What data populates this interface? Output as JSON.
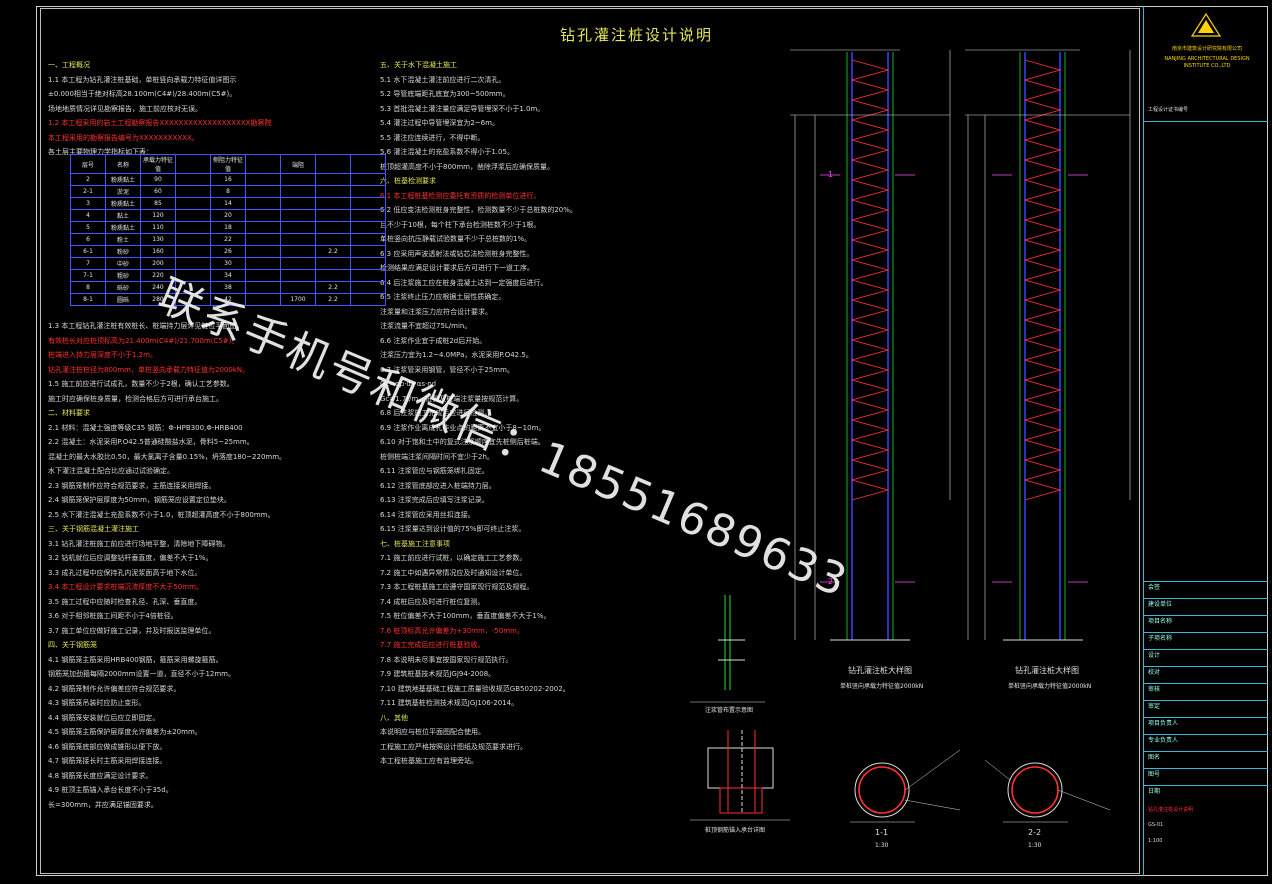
{
  "drawing": {
    "title": "钻孔灌注桩设计说明",
    "watermark": "联系手机号和微信：18551689633"
  },
  "notes": {
    "left": [
      {
        "t": "一、工程概况",
        "c": "hdr"
      },
      {
        "t": "1.1 本工程为钻孔灌注桩基础，单桩竖向承载力特征值详图示",
        "c": ""
      },
      {
        "t": "±0.000相当于绝对标高28.100m(C4#)/28.400m(C5#)。",
        "c": ""
      },
      {
        "t": "场地地质情况详见勘察报告，施工前应核对无误。",
        "c": ""
      },
      {
        "t": "1.2 本工程采用的岩土工程勘察报告XXXXXXXXXXXXXXXXXXX勘察院",
        "c": "red"
      },
      {
        "t": "本工程采用的勘察报告编号为XXXXXXXXXXX。",
        "c": "red"
      },
      {
        "t": "各土层主要物理力学指标如下表：",
        "c": ""
      },
      {
        "t": "",
        "c": ""
      },
      {
        "t": "",
        "c": ""
      },
      {
        "t": "",
        "c": ""
      },
      {
        "t": "",
        "c": ""
      },
      {
        "t": "",
        "c": ""
      },
      {
        "t": "",
        "c": ""
      },
      {
        "t": "",
        "c": ""
      },
      {
        "t": "",
        "c": ""
      },
      {
        "t": "",
        "c": ""
      },
      {
        "t": "",
        "c": ""
      },
      {
        "t": "",
        "c": ""
      },
      {
        "t": "1.3 本工程钻孔灌注桩有效桩长、桩端持力层详见桩位平面图。",
        "c": ""
      },
      {
        "t": "有效桩长对应桩顶标高为21.400m(C4#)/21.700m(C5#)。",
        "c": "red"
      },
      {
        "t": "桩端进入持力层深度不小于1.2m。",
        "c": "red"
      },
      {
        "t": "钻孔灌注桩桩径为800mm，单桩竖向承载力特征值为2000kN。",
        "c": "red"
      },
      {
        "t": "1.5 施工前应进行试成孔，数量不少于2根，确认工艺参数。",
        "c": ""
      },
      {
        "t": "施工时应确保桩身质量，检测合格后方可进行承台施工。",
        "c": ""
      },
      {
        "t": "二、材料要求",
        "c": "hdr"
      },
      {
        "t": "2.1 材料：混凝土强度等级C35  钢筋：Φ-HPB300,Φ-HRB400",
        "c": ""
      },
      {
        "t": "2.2 混凝土：水泥采用P.O42.5普通硅酸盐水泥，骨料5~25mm。",
        "c": ""
      },
      {
        "t": "混凝土的最大水胶比0.50，最大氯离子含量0.15%，坍落度180~220mm。",
        "c": ""
      },
      {
        "t": "水下灌注混凝土配合比应通过试验确定。",
        "c": ""
      },
      {
        "t": "2.3 钢筋笼制作应符合规范要求，主筋连接采用焊接。",
        "c": ""
      },
      {
        "t": "2.4 钢筋笼保护层厚度为50mm，钢筋笼应设置定位垫块。",
        "c": ""
      },
      {
        "t": "2.5 水下灌注混凝土充盈系数不小于1.0，桩顶超灌高度不小于800mm。",
        "c": ""
      },
      {
        "t": "三、关于钢筋混凝土灌注施工",
        "c": "hdr"
      },
      {
        "t": "3.1 钻孔灌注桩施工前应进行场地平整，清除地下障碍物。",
        "c": ""
      },
      {
        "t": "3.2 钻机就位后应调整钻杆垂直度，偏差不大于1%。",
        "c": ""
      },
      {
        "t": "3.3 成孔过程中应保持孔内泥浆面高于地下水位。",
        "c": ""
      },
      {
        "t": "3.4 本工程设计要求桩端沉渣厚度不大于50mm。",
        "c": "red"
      },
      {
        "t": "3.5 施工过程中应随时检查孔径、孔深、垂直度。",
        "c": ""
      },
      {
        "t": "3.6 对于相邻桩施工间距不小于4倍桩径。",
        "c": ""
      },
      {
        "t": "3.7 施工单位应做好施工记录，并及时报送监理单位。",
        "c": ""
      },
      {
        "t": "四、关于钢筋笼",
        "c": "hdr"
      },
      {
        "t": "4.1 钢筋笼主筋采用HRB400钢筋，箍筋采用螺旋箍筋。",
        "c": ""
      },
      {
        "t": "钢筋笼加劲箍每隔2000mm设置一道，直径不小于12mm。",
        "c": ""
      },
      {
        "t": "4.2 钢筋笼制作允许偏差应符合规范要求。",
        "c": ""
      },
      {
        "t": "4.3 钢筋笼吊装时应防止变形。",
        "c": ""
      },
      {
        "t": "4.4 钢筋笼安装就位后应立即固定。",
        "c": ""
      },
      {
        "t": "4.5 钢筋笼主筋保护层厚度允许偏差为±20mm。",
        "c": ""
      },
      {
        "t": "4.6 钢筋笼底部应做成锥形以便下放。",
        "c": ""
      },
      {
        "t": "4.7 钢筋笼接长时主筋采用焊接连接。",
        "c": ""
      },
      {
        "t": "4.8 钢筋笼长度应满足设计要求。",
        "c": ""
      },
      {
        "t": "4.9 桩顶主筋锚入承台长度不小于35d。",
        "c": ""
      },
      {
        "t": "长=300mm，并应满足锚固要求。",
        "c": ""
      }
    ],
    "right": [
      {
        "t": "五、关于水下混凝土施工",
        "c": "hdr"
      },
      {
        "t": "5.1 水下混凝土灌注前应进行二次清孔。",
        "c": ""
      },
      {
        "t": "5.2 导管底端距孔底宜为300~500mm。",
        "c": ""
      },
      {
        "t": "5.3 首批混凝土灌注量应满足导管埋深不小于1.0m。",
        "c": ""
      },
      {
        "t": "5.4 灌注过程中导管埋深宜为2~6m。",
        "c": ""
      },
      {
        "t": "5.5 灌注应连续进行，不得中断。",
        "c": ""
      },
      {
        "t": "5.6 灌注混凝土的充盈系数不得小于1.05。",
        "c": ""
      },
      {
        "t": "桩顶超灌高度不小于800mm，凿除浮浆后应确保质量。",
        "c": ""
      },
      {
        "t": "六、桩基检测要求",
        "c": "hdr"
      },
      {
        "t": "6.1 本工程桩基检测应委托有资质的检测单位进行。",
        "c": "red"
      },
      {
        "t": "6.2 低应变法检测桩身完整性，检测数量不少于总桩数的20%。",
        "c": ""
      },
      {
        "t": "且不少于10根，每个柱下承台检测桩数不少于1根。",
        "c": ""
      },
      {
        "t": "单桩竖向抗压静载试验数量不少于总桩数的1%。",
        "c": ""
      },
      {
        "t": "6.3 应采用声波透射法或钻芯法检测桩身完整性。",
        "c": ""
      },
      {
        "t": "检测结果应满足设计要求后方可进行下一道工序。",
        "c": ""
      },
      {
        "t": "6.4 后注浆施工应在桩身混凝土达到一定强度后进行。",
        "c": ""
      },
      {
        "t": "6.5 注浆终止压力应根据土层性质确定。",
        "c": ""
      },
      {
        "t": "注浆量和注浆压力应符合设计要求。",
        "c": ""
      },
      {
        "t": "注浆流量不宜超过75L/min。",
        "c": ""
      },
      {
        "t": "6.6 注浆作业宜于成桩2d后开始。",
        "c": ""
      },
      {
        "t": "注浆压力宜为1.2~4.0MPa，水泥采用P.O42.5。",
        "c": ""
      },
      {
        "t": "6.7 注浆管采用钢管，管径不小于25mm。",
        "c": ""
      },
      {
        "t": "Gc=αp·d+αs·nd",
        "c": ""
      },
      {
        "t": "Gc=1.7t/m，桩侧及桩端注浆量按规范计算。",
        "c": ""
      },
      {
        "t": "6.8 后注浆施工完成后应进行检测。",
        "c": ""
      },
      {
        "t": "6.9 注浆作业离成孔作业点的距离不宜小于8~10m。",
        "c": ""
      },
      {
        "t": "6.10 对于饱和土中的复式注浆顺序宜先桩侧后桩端。",
        "c": ""
      },
      {
        "t": "桩侧桩端注浆间隔时间不宜少于2h。",
        "c": ""
      },
      {
        "t": "6.11 注浆管应与钢筋笼绑扎固定。",
        "c": ""
      },
      {
        "t": "6.12 注浆管底部应进入桩端持力层。",
        "c": ""
      },
      {
        "t": "6.13 注浆完成后应填写注浆记录。",
        "c": ""
      },
      {
        "t": "6.14 注浆管应采用丝扣连接。",
        "c": ""
      },
      {
        "t": "6.15 注浆量达到设计值的75%即可终止注浆。",
        "c": ""
      },
      {
        "t": "七、桩基施工注意事项",
        "c": "hdr"
      },
      {
        "t": "7.1 施工前应进行试桩，以确定施工工艺参数。",
        "c": ""
      },
      {
        "t": "7.2 施工中如遇异常情况应及时通知设计单位。",
        "c": ""
      },
      {
        "t": "7.3 本工程桩基施工应遵守国家现行规范及规程。",
        "c": ""
      },
      {
        "t": "7.4 成桩后应及时进行桩位复测。",
        "c": ""
      },
      {
        "t": "7.5 桩位偏差不大于100mm，垂直度偏差不大于1%。",
        "c": ""
      },
      {
        "t": "7.6 桩顶标高允许偏差为+30mm，-50mm。",
        "c": "red"
      },
      {
        "t": "7.7 施工完成后应进行桩基验收。",
        "c": "red"
      },
      {
        "t": "7.8 本说明未尽事宜按国家现行规范执行。",
        "c": ""
      },
      {
        "t": "7.9 建筑桩基技术规范JGJ94-2008。",
        "c": ""
      },
      {
        "t": "7.10 建筑地基基础工程施工质量验收规范GB50202-2002。",
        "c": ""
      },
      {
        "t": "7.11 建筑基桩检测技术规范JGJ106-2014。",
        "c": ""
      },
      {
        "t": "八、其他",
        "c": "hdr"
      },
      {
        "t": "本说明应与桩位平面图配合使用。",
        "c": ""
      },
      {
        "t": "工程施工应严格按照设计图纸及规范要求进行。",
        "c": ""
      },
      {
        "t": "本工程桩基施工应有监理旁站。",
        "c": ""
      }
    ]
  },
  "rock_table": [
    [
      "层号",
      "名称",
      "承载力特征值",
      "",
      "侧阻力特征值",
      "",
      "端阻",
      "",
      ""
    ],
    [
      "2",
      "粉质黏土",
      "90",
      "",
      "16",
      "",
      "",
      "",
      ""
    ],
    [
      "2-1",
      "淤泥",
      "60",
      "",
      "8",
      "",
      "",
      "",
      ""
    ],
    [
      "3",
      "粉质黏土",
      "85",
      "",
      "14",
      "",
      "",
      "",
      ""
    ],
    [
      "4",
      "黏土",
      "120",
      "",
      "20",
      "",
      "",
      "",
      ""
    ],
    [
      "5",
      "粉质黏土",
      "110",
      "",
      "18",
      "",
      "",
      "",
      ""
    ],
    [
      "6",
      "粉土",
      "130",
      "",
      "22",
      "",
      "",
      "",
      ""
    ],
    [
      "6-1",
      "粉砂",
      "160",
      "",
      "26",
      "",
      "",
      "2.2",
      ""
    ],
    [
      "7",
      "中砂",
      "200",
      "",
      "30",
      "",
      "",
      "",
      ""
    ],
    [
      "7-1",
      "粗砂",
      "220",
      "",
      "34",
      "",
      "",
      "",
      ""
    ],
    [
      "8",
      "砾砂",
      "240",
      "",
      "38",
      "",
      "",
      "2.2",
      ""
    ],
    [
      "8-1",
      "圆砾",
      "280",
      "",
      "42",
      "",
      "1700",
      "2.2",
      ""
    ]
  ],
  "sections": {
    "pile1_label": "钻孔灌注桩大样图",
    "pile1_caption": "单桩竖向承载力特征值2000kN",
    "pile2_label": "钻孔灌注桩大样图",
    "pile2_caption": "单桩竖向承载力特征值2000kN",
    "sec11_label": "1-1",
    "sec22_label": "2-2",
    "sec11_sub": "1:30",
    "sec22_sub": "1:30",
    "grout_label": "注浆管布置示意图",
    "anchor_label": "桩顶钢筋锚入承台详图",
    "marker1": "1",
    "marker2": "2"
  },
  "title_block": {
    "company": "南京市建筑设计研究院有限公司",
    "company_en": "NANJING ARCHITECTURAL DESIGN INSTITUTE CO.,LTD",
    "cert": "工程设计证书编号",
    "rows": [
      "会签",
      "建设单位",
      "项目名称",
      "子项名称",
      "设计",
      "校对",
      "审核",
      "审定",
      "项目负责人",
      "专业负责人",
      "图名",
      "图号",
      "日期"
    ],
    "drawing_name": "钻孔灌注桩设计说明",
    "drawing_no": "GS-01",
    "scale": "1:100"
  },
  "colors": {
    "background": "#000000",
    "frame": "#cfcfcf",
    "title": "#e6e65a",
    "red": "#ff3030",
    "blue": "#3344ff",
    "cyan": "#33bbdd",
    "green": "#22dd22",
    "magenta": "#ff44ff"
  }
}
